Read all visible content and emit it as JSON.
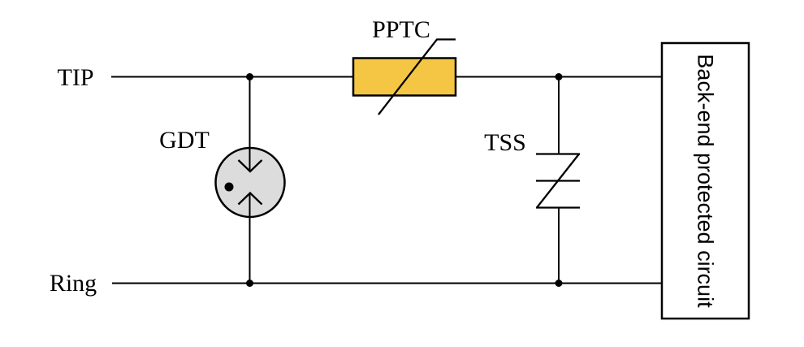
{
  "labels": {
    "tip": "TIP",
    "ring": "Ring",
    "gdt": "GDT",
    "tss": "TSS",
    "pptc": "PPTC",
    "backend_box": "Back-end protected circuit"
  },
  "colors": {
    "wire": "#000000",
    "pptc_fill": "#F5C644",
    "gdt_fill": "#DCDCDC",
    "background": "#FFFFFF"
  }
}
